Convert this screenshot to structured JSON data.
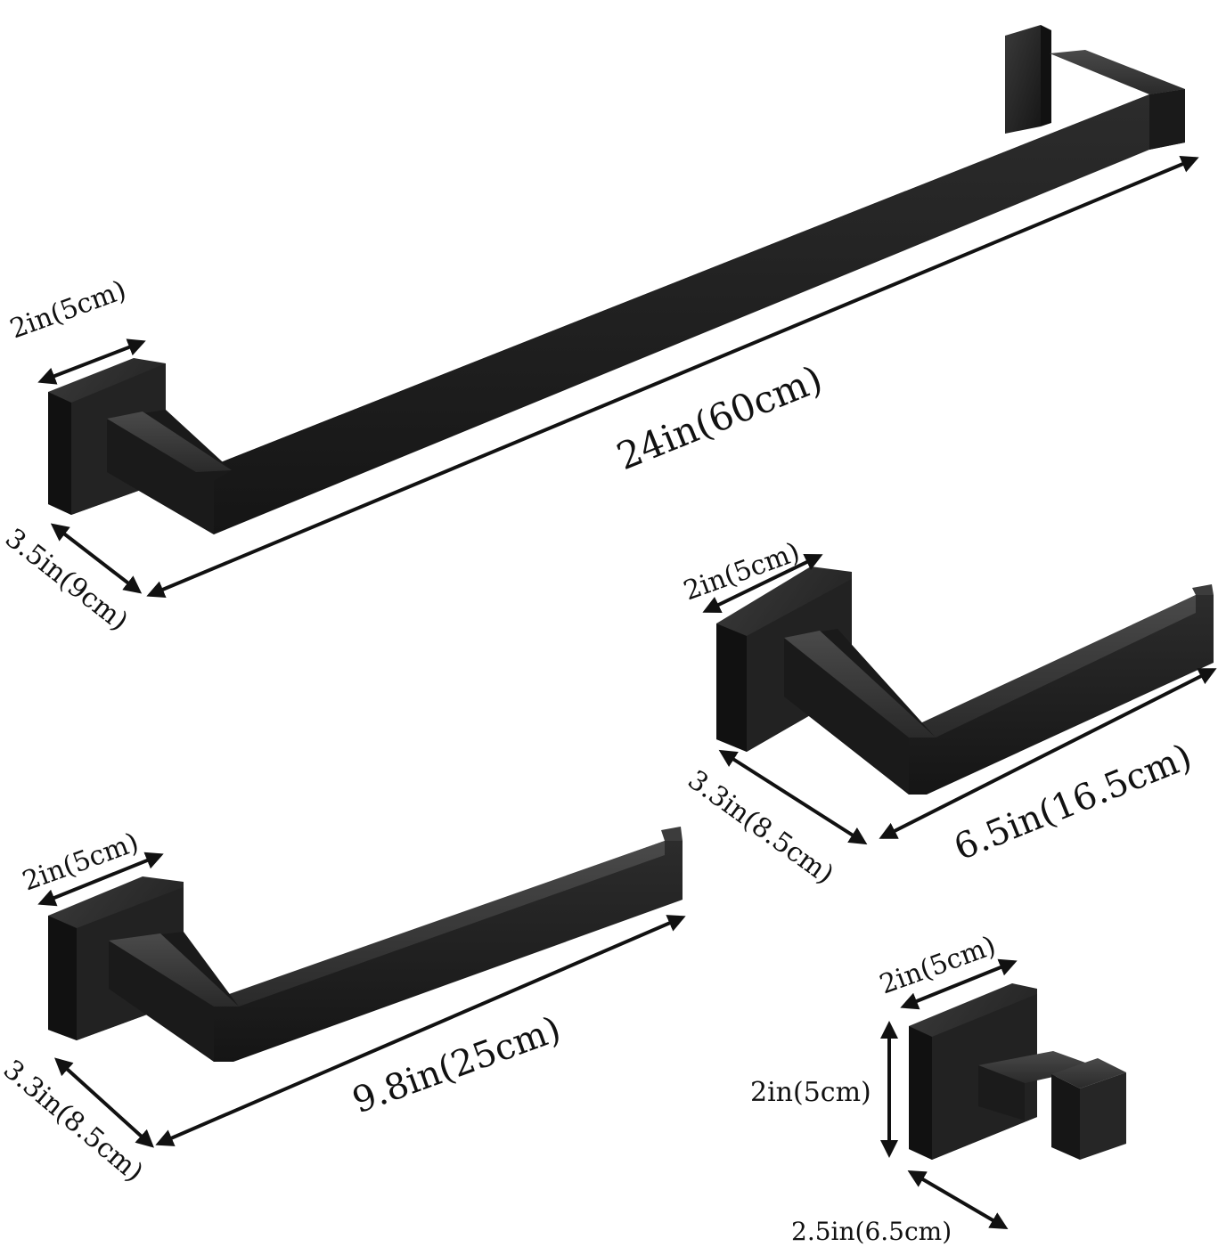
{
  "products": {
    "towel_bar": {
      "length": "24in(60cm)",
      "plate_width": "2in(5cm)",
      "projection": "3.5in(9cm)"
    },
    "paper_holder": {
      "length": "6.5in(16.5cm)",
      "plate_width": "2in(5cm)",
      "projection": "3.3in(8.5cm)"
    },
    "towel_ring_bar": {
      "length": "9.8in(25cm)",
      "plate_width": "2in(5cm)",
      "projection": "3.3in(8.5cm)"
    },
    "robe_hook": {
      "plate_width": "2in(5cm)",
      "plate_height": "2in(5cm)",
      "projection": "2.5in(6.5cm)"
    }
  },
  "colors": {
    "metal_dark": "#1b1b1b",
    "metal_mid": "#2e2e2e",
    "metal_light": "#4a4a4a",
    "arrow": "#111111"
  }
}
